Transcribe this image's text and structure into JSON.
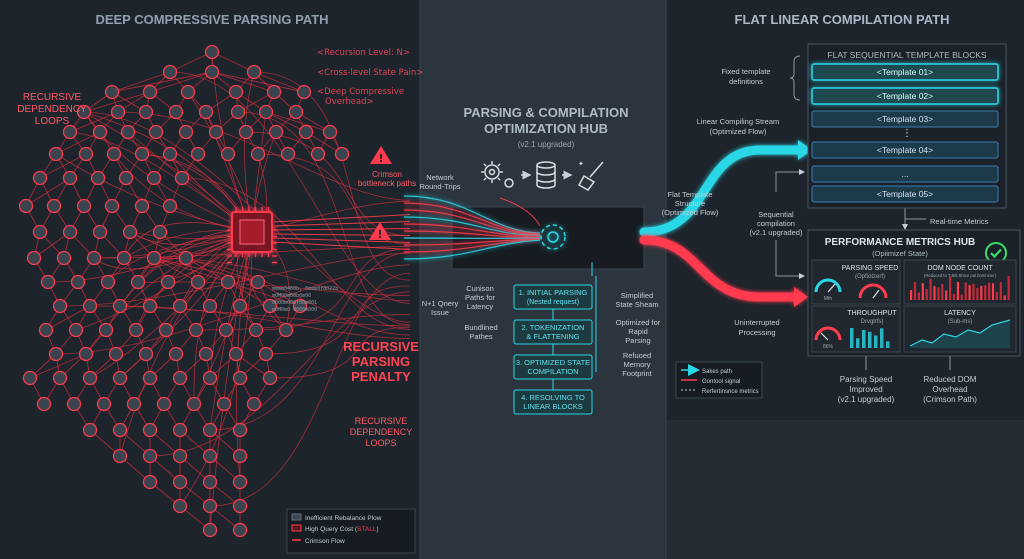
{
  "left": {
    "title": "DEEP COMPRESSIVE PARSING PATH",
    "recursion_notes": [
      "<Recursion Level: N>",
      "<Cross-level State Pain>",
      "<Deep Compressive",
      "Overhead>"
    ],
    "loops_label_top": [
      "RECURSIVE",
      "DEPENDENCY",
      "LOOPS"
    ],
    "bottleneck_label": [
      "Crimson",
      "bottleneck paths"
    ],
    "network_label": [
      "Network",
      "Round-Trips"
    ],
    "penalty_label": [
      "RECURSIVE",
      "PARSING",
      "PENALTY"
    ],
    "loops_label_bottom": [
      "RECURSIVE",
      "DEPENDENCY",
      "LOOPS"
    ],
    "code_lines": [
      "mmmm0460b, 0mmm0f0022b",
      "m0M00m00b0m00",
      "0000m000f00m001",
      "m0M0m0 0000m000"
    ],
    "legend": {
      "items": [
        {
          "label": "Inefficient Rebalance Plow",
          "stall": ""
        },
        {
          "label": "High Query Cost (",
          "stall": "STALL"
        },
        {
          "label": "Crimson Flow",
          "stall": ""
        }
      ],
      "stall_suffix": ")"
    }
  },
  "middle": {
    "title": [
      "PARSING & COMPILATION",
      "OPTIMIZATION HUB"
    ],
    "subtitle": "(v2.1 upgraded)",
    "crimson_label": [
      "Cunison",
      "Paths for",
      "Latency"
    ],
    "n1_label": [
      "N+1 Qnery",
      "Issue"
    ],
    "bundled_label": [
      "Bundlined",
      "Pathes"
    ],
    "simplified_label": [
      "Simplified",
      "State Sheam"
    ],
    "optimized_label": [
      "Optimized for",
      "Rapid",
      "Parsing"
    ],
    "reduced_label": [
      "Refuoed",
      "Memory",
      "Footprint"
    ],
    "steps": [
      [
        "1. INITIAL PARSING",
        "(Nested request)"
      ],
      [
        "2. TOKENIZATION",
        "& FLATTENING"
      ],
      [
        "3. OPTIMIZED STATE",
        "COMPILATION"
      ],
      [
        "4. RESOLVING TO",
        "LINEAR BLOCKS"
      ]
    ]
  },
  "right": {
    "title": "FLAT LINEAR COMPILATION PATH",
    "fixed_label": [
      "Fixed template",
      "definitions"
    ],
    "blocks_header": "FLAT SEQUENTIAL TEMPLATE BLOCKS",
    "templates": [
      "<Template 01>",
      "<Template 02>",
      "<Template 03>",
      "⋮",
      "<Template 04>",
      "...",
      "<Template 05>"
    ],
    "linear_stream_label": [
      "Linear Compiling Stream",
      "(Optimized Flow)"
    ],
    "flat_structure_label": [
      "Flat Template",
      "Structure",
      "(Optimized Flow)"
    ],
    "sequential_label": [
      "Sequential",
      "compilation",
      "(v2.1 upgraded)"
    ],
    "realtime_label": "Real-time Metrics",
    "uninterrupted_label": [
      "Uninterrupted",
      "Processing"
    ],
    "legend": [
      "Sakes path",
      "Gontool signal",
      "Rerfertinsnce metrics"
    ],
    "metrics_hub": {
      "title": "PERFORMANCE METRICS HUB",
      "subtitle": "(Opiimizef State)",
      "parsing_speed": {
        "label": "PARSING SPEED",
        "sub": "(Opfiotzerf)",
        "unit": "Mth"
      },
      "dom_nodes": {
        "label": "DOM NODE COUNT",
        "sub": "(Reduced to T Btit Bnice pal bnmniner)"
      },
      "throughput": {
        "label": "THROUGHPUT",
        "sub": "Drvgtrfs)",
        "unit": "86%"
      },
      "latency": {
        "label": "LATENCY",
        "sub": "(Sub-ms)"
      }
    },
    "speed_note": [
      "Parsing Speed",
      "Improved",
      "(v2.1 upgraded)"
    ],
    "dom_note": [
      "Reduced DOM",
      "Overhead",
      "(Crimson Path)"
    ]
  },
  "colors": {
    "red": "#ff3b4e",
    "cyan": "#2ad7e6",
    "panel": "#2b333b",
    "bg": "#1b2229"
  }
}
